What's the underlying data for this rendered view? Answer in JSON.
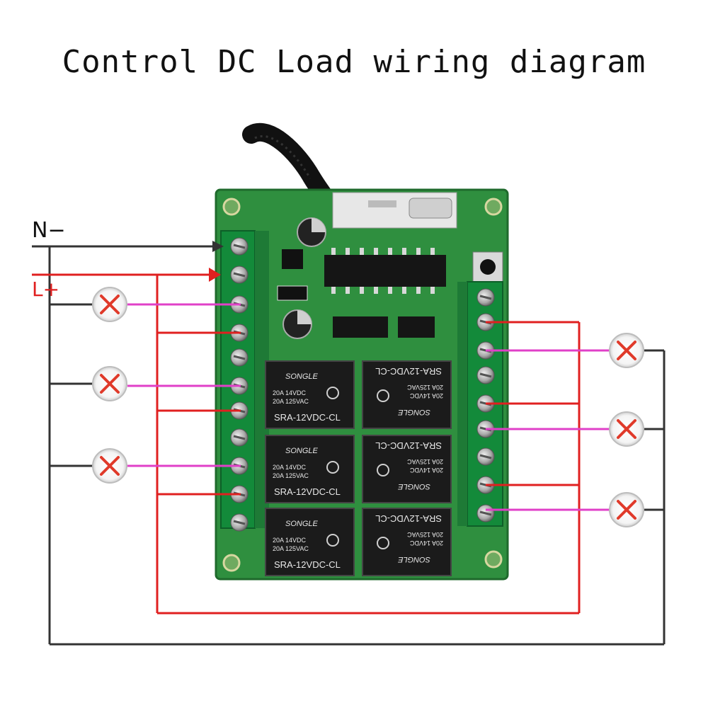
{
  "title": "Control DC Load wiring diagram",
  "supply": {
    "neg_label": "N−",
    "pos_label": "L+"
  },
  "relays": [
    {
      "brand": "SONGLE",
      "rating1": "20A 14VDC",
      "rating2": "20A 125VAC",
      "model": "SRA-12VDC-CL"
    },
    {
      "brand": "SONGLE",
      "rating1": "20A 14VDC",
      "rating2": "20A 125VAC",
      "model": "SRA-12VDC-CL"
    },
    {
      "brand": "SONGLE",
      "rating1": "20A 14VDC",
      "rating2": "20A 125VAC",
      "model": "SRA-12VDC-CL"
    },
    {
      "brand": "SONGLE",
      "rating1": "20A 14VDC",
      "rating2": "20A 125VAC",
      "model": "SRA-12VDC-CL"
    },
    {
      "brand": "SONGLE",
      "rating1": "20A 14VDC",
      "rating2": "20A 125VAC",
      "model": "SRA-12VDC-CL"
    },
    {
      "brand": "SONGLE",
      "rating1": "20A 14VDC",
      "rating2": "20A 125VAC",
      "model": "SRA-12VDC-CL"
    }
  ],
  "colors": {
    "neg_wire": "#333333",
    "pos_wire": "#e02020",
    "load_wire": "#e040c8",
    "board": "#2f8f3f",
    "terminal": "#138a3a",
    "relay": "#1b1b1b"
  }
}
